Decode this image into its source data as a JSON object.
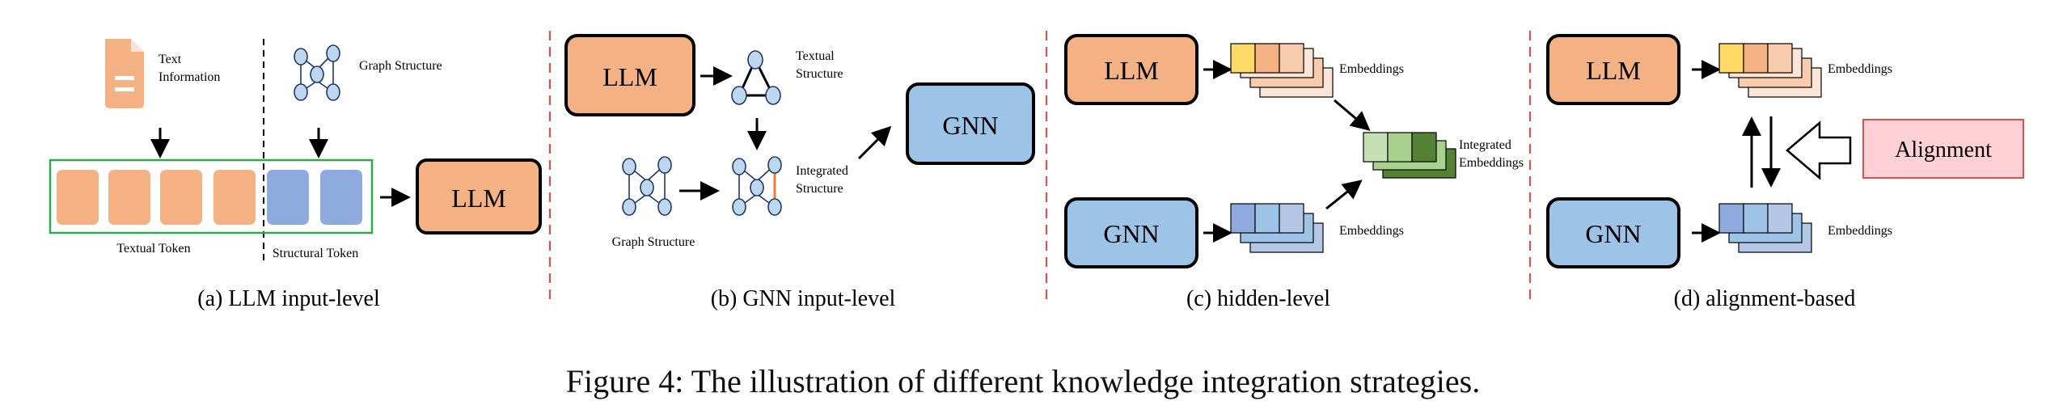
{
  "panels": {
    "a": {
      "caption": "(a) LLM input-level",
      "text_info_line1": "Text",
      "text_info_line2": "Information",
      "graph_structure": "Graph Structure",
      "textual_token": "Textual Token",
      "structural_token": "Structural Token",
      "llm": "LLM"
    },
    "b": {
      "caption": "(b) GNN input-level",
      "llm": "LLM",
      "gnn": "GNN",
      "textual_line1": "Textual",
      "textual_line2": "Structure",
      "integrated_line1": "Integrated",
      "integrated_line2": "Structure",
      "graph_structure": "Graph Structure"
    },
    "c": {
      "caption": "(c) hidden-level",
      "llm": "LLM",
      "gnn": "GNN",
      "embeddings_top": "Embeddings",
      "embeddings_bottom": "Embeddings",
      "integrated_line1": "Integrated",
      "integrated_line2": "Embeddings"
    },
    "d": {
      "caption": "(d) alignment-based",
      "llm": "LLM",
      "gnn": "GNN",
      "embeddings_top": "Embeddings",
      "embeddings_bottom": "Embeddings",
      "alignment": "Alignment"
    }
  },
  "figure_caption": "Figure 4: The illustration of different knowledge integration strategies.",
  "colors": {
    "llm_fill": "#f4b183",
    "gnn_fill": "#9dc3e6",
    "token_blue": "#8faadc",
    "node_fill": "#bdd7ee",
    "divider_red": "#d9534f",
    "token_border": "#2eaa4a",
    "alignment_fill": "#ffd1d6",
    "alignment_border": "#d9534f",
    "emb_warm": [
      "#ffd966",
      "#f4b183",
      "#f8cbad",
      "#fbe5d6"
    ],
    "emb_blue": [
      "#8faadc",
      "#9dc3e6",
      "#b4c7e7"
    ],
    "emb_green": [
      "#c5e0b4",
      "#a9d18e",
      "#548235"
    ]
  }
}
